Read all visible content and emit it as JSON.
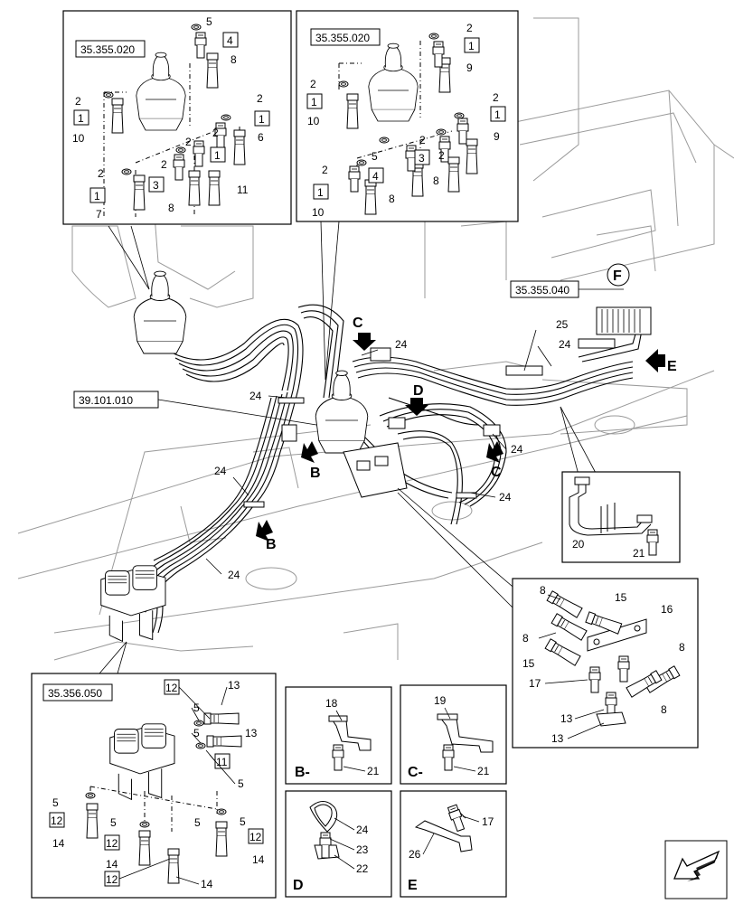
{
  "refs": {
    "top_left": "35.355.020",
    "top_mid": "35.355.020",
    "right_mid": "35.355.040",
    "left_mid": "39.101.010",
    "bottom_left": "35.356.050"
  },
  "views": {
    "f": "F",
    "e": "E",
    "b": "B",
    "c": "C",
    "d": "D",
    "b_minus": "B-",
    "c_minus": "C-"
  },
  "callouts": {
    "n1": "1",
    "n2": "2",
    "n3": "3",
    "n4": "4",
    "n5": "5",
    "n6": "6",
    "n7": "7",
    "n8": "8",
    "n9": "9",
    "n10": "10",
    "n11": "11",
    "n12": "12",
    "n13": "13",
    "n14": "14",
    "n15": "15",
    "n16": "16",
    "n17": "17",
    "n18": "18",
    "n19": "19",
    "n20": "20",
    "n21": "21",
    "n22": "22",
    "n23": "23",
    "n24": "24",
    "n25": "25",
    "n26": "26"
  },
  "icons": {
    "next_page": "next-page-arrow-icon"
  }
}
